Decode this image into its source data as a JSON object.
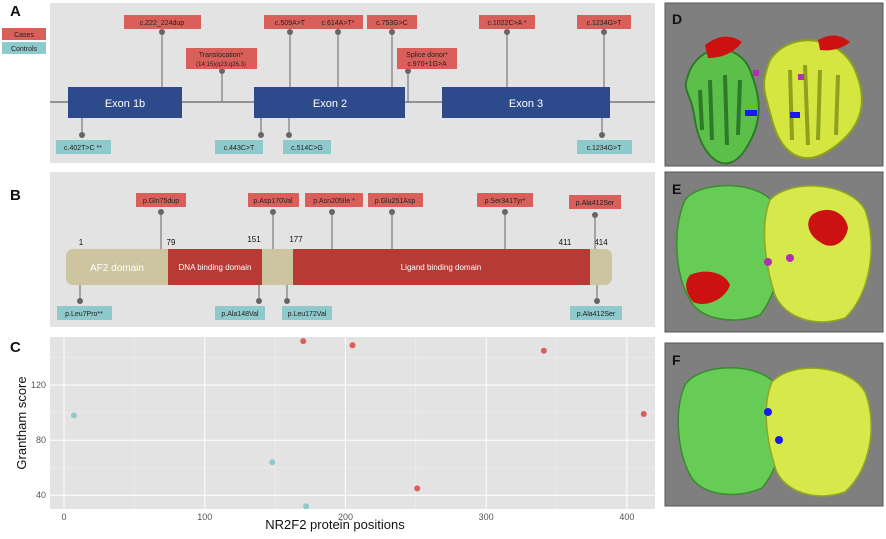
{
  "panel_letters": {
    "A": "A",
    "B": "B",
    "C": "C",
    "D": "D",
    "E": "E",
    "F": "F"
  },
  "legend": {
    "cases": "Cases",
    "controls": "Controls"
  },
  "colors": {
    "case": "#d9605a",
    "control": "#8ec9cc",
    "exon": "#2c4a8c",
    "af2": "#cdc5a0",
    "dbd": "#b73a35",
    "lbd": "#b73a35",
    "panel_bg": "#e3e3e3",
    "protein_green": "#66cc55",
    "protein_yellow": "#d6e84a",
    "highlight_red": "#cc1111",
    "highlight_blue": "#1a1aee"
  },
  "panel_a": {
    "exons": [
      "Exon 1b",
      "Exon 2",
      "Exon 3"
    ],
    "cases_top": [
      {
        "label": "c.222_224dup"
      },
      {
        "label": "c.509A>T"
      },
      {
        "label": "c.614A>T*"
      },
      {
        "label": "c.753G>C"
      },
      {
        "label": "c.1022C>A *"
      },
      {
        "label": "c.1234G>T"
      }
    ],
    "translocation": {
      "line1": "Translocation*",
      "line2": "(14;15)(q23;q26.3)"
    },
    "splice": {
      "line1": "Splice donor*",
      "line2": "c.970+1G>A"
    },
    "controls_bottom": [
      {
        "label": "c.402T>C **"
      },
      {
        "label": "c.443C>T"
      },
      {
        "label": "c.514C>G"
      },
      {
        "label": "c.1234G>T"
      }
    ]
  },
  "panel_b": {
    "domains": {
      "af2": "AF2 domain",
      "dbd": "DNA binding domain",
      "lbd": "Ligand binding domain"
    },
    "positions": [
      "1",
      "79",
      "151",
      "177",
      "411",
      "414"
    ],
    "cases_top": [
      {
        "label": "p.Gln75dup"
      },
      {
        "label": "p.Asp170Val"
      },
      {
        "label": "p.Asn205Ile *"
      },
      {
        "label": "p.Glu251Asp"
      },
      {
        "label": "p.Ser341Tyr*"
      },
      {
        "label": "p.Ala412Ser"
      }
    ],
    "controls_bottom": [
      {
        "label": "p.Leu7Pro**"
      },
      {
        "label": "p.Ala148Val"
      },
      {
        "label": "p.Leu172Val"
      },
      {
        "label": "p.Ala412Ser"
      }
    ]
  },
  "chart_data": {
    "type": "scatter",
    "xlabel": "NR2F2 protein positions",
    "ylabel": "Grantham score",
    "xlim": [
      -10,
      420
    ],
    "ylim": [
      30,
      155
    ],
    "x_ticks": [
      0,
      100,
      200,
      300,
      400
    ],
    "y_ticks": [
      40,
      80,
      120
    ],
    "grid": true,
    "series": [
      {
        "name": "Cases",
        "points": [
          [
            170,
            152
          ],
          [
            205,
            149
          ],
          [
            251,
            45
          ],
          [
            341,
            145
          ],
          [
            412,
            99
          ]
        ]
      },
      {
        "name": "Controls",
        "points": [
          [
            7,
            98
          ],
          [
            148,
            64
          ],
          [
            172,
            32
          ]
        ]
      }
    ]
  }
}
